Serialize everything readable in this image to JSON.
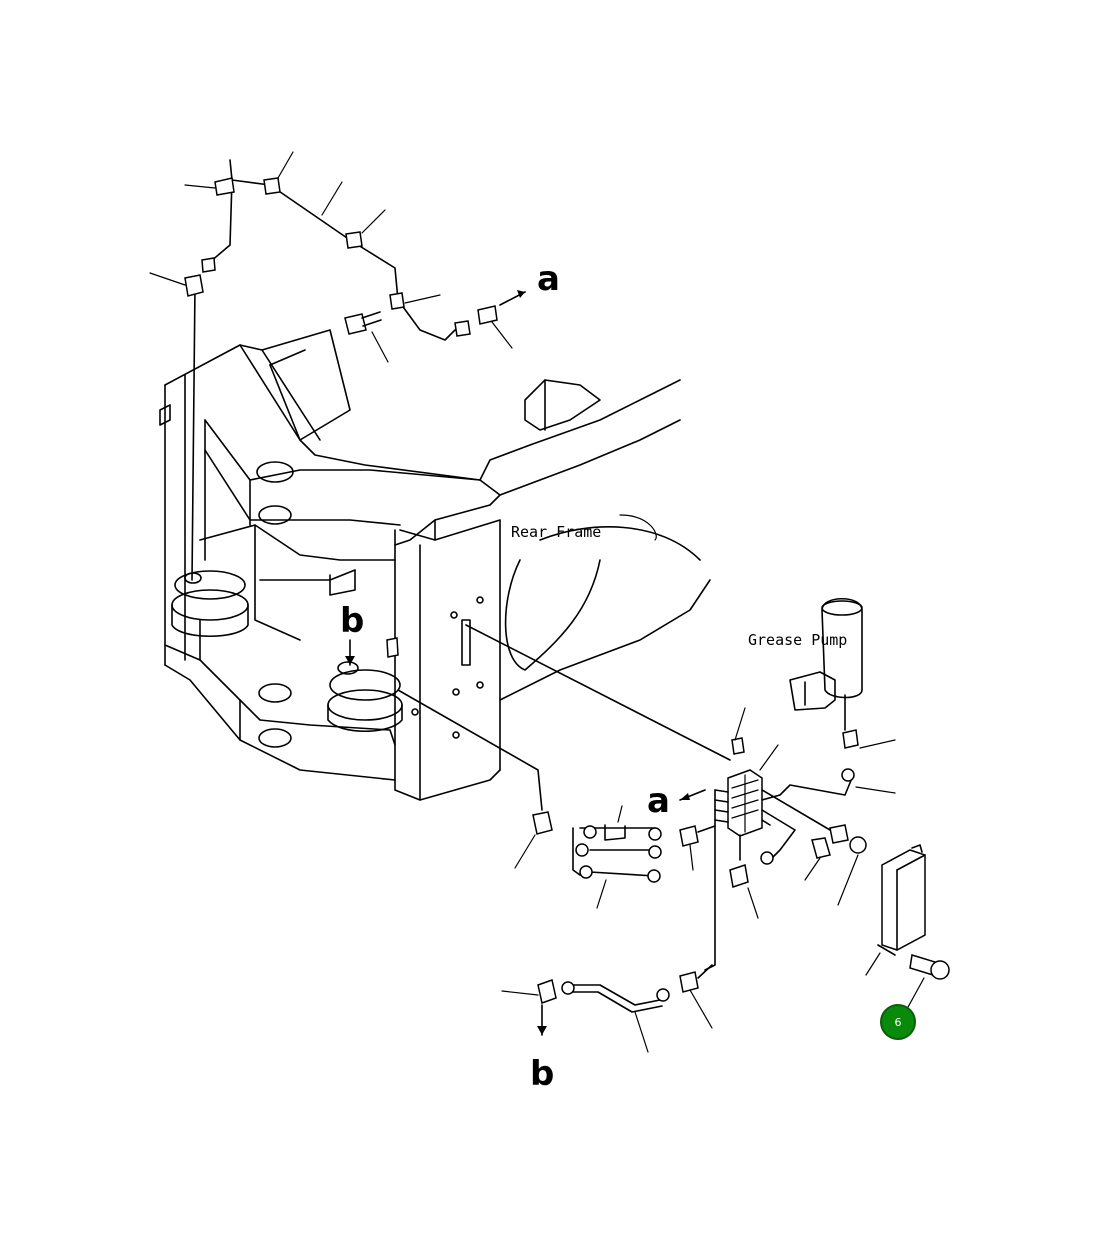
{
  "labels": {
    "rear_frame": "Rear Frame",
    "grease_pump": "Grease Pump",
    "ref_a_top": "a",
    "ref_a_mid": "a",
    "ref_b_mid": "b",
    "ref_b_bottom": "b"
  },
  "callout": {
    "number": "6",
    "color": "#0a8a0a",
    "border_color": "#0b5e0b"
  }
}
